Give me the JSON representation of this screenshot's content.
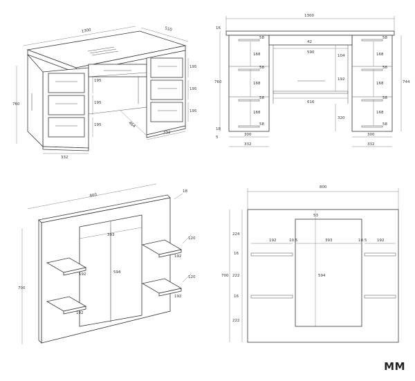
{
  "brand": "MM",
  "desk": {
    "iso": {
      "width": "1300",
      "depth": "510",
      "height": "760",
      "drawer_h": "195",
      "foot_w": "332",
      "foot_d": "464"
    },
    "front": {
      "width": "1300",
      "top_t": "16",
      "plinth": "18",
      "bottom": "5",
      "drawer_h": "168",
      "handle": "58",
      "center_w": "590",
      "center_h": "42",
      "center_right": "104",
      "knee_h": "320",
      "knee_top": "192",
      "knee_w": "616",
      "ped_inner": "300",
      "ped_outer": "332",
      "height_left": "760",
      "height_right": "744"
    }
  },
  "shelf": {
    "iso": {
      "width": "800",
      "thick": "18",
      "height": "700",
      "mirror_w": "393",
      "mirror_h": "594",
      "shelf_w": "192",
      "shelf_d": "120"
    },
    "front": {
      "width": "800",
      "top": "224",
      "gap": "53",
      "shelf_w": "192",
      "side_gap": "10.5",
      "mirror_w": "393",
      "mirror_h": "594",
      "thick": "16",
      "mid": "222",
      "bottom": "222",
      "height": "700"
    }
  }
}
